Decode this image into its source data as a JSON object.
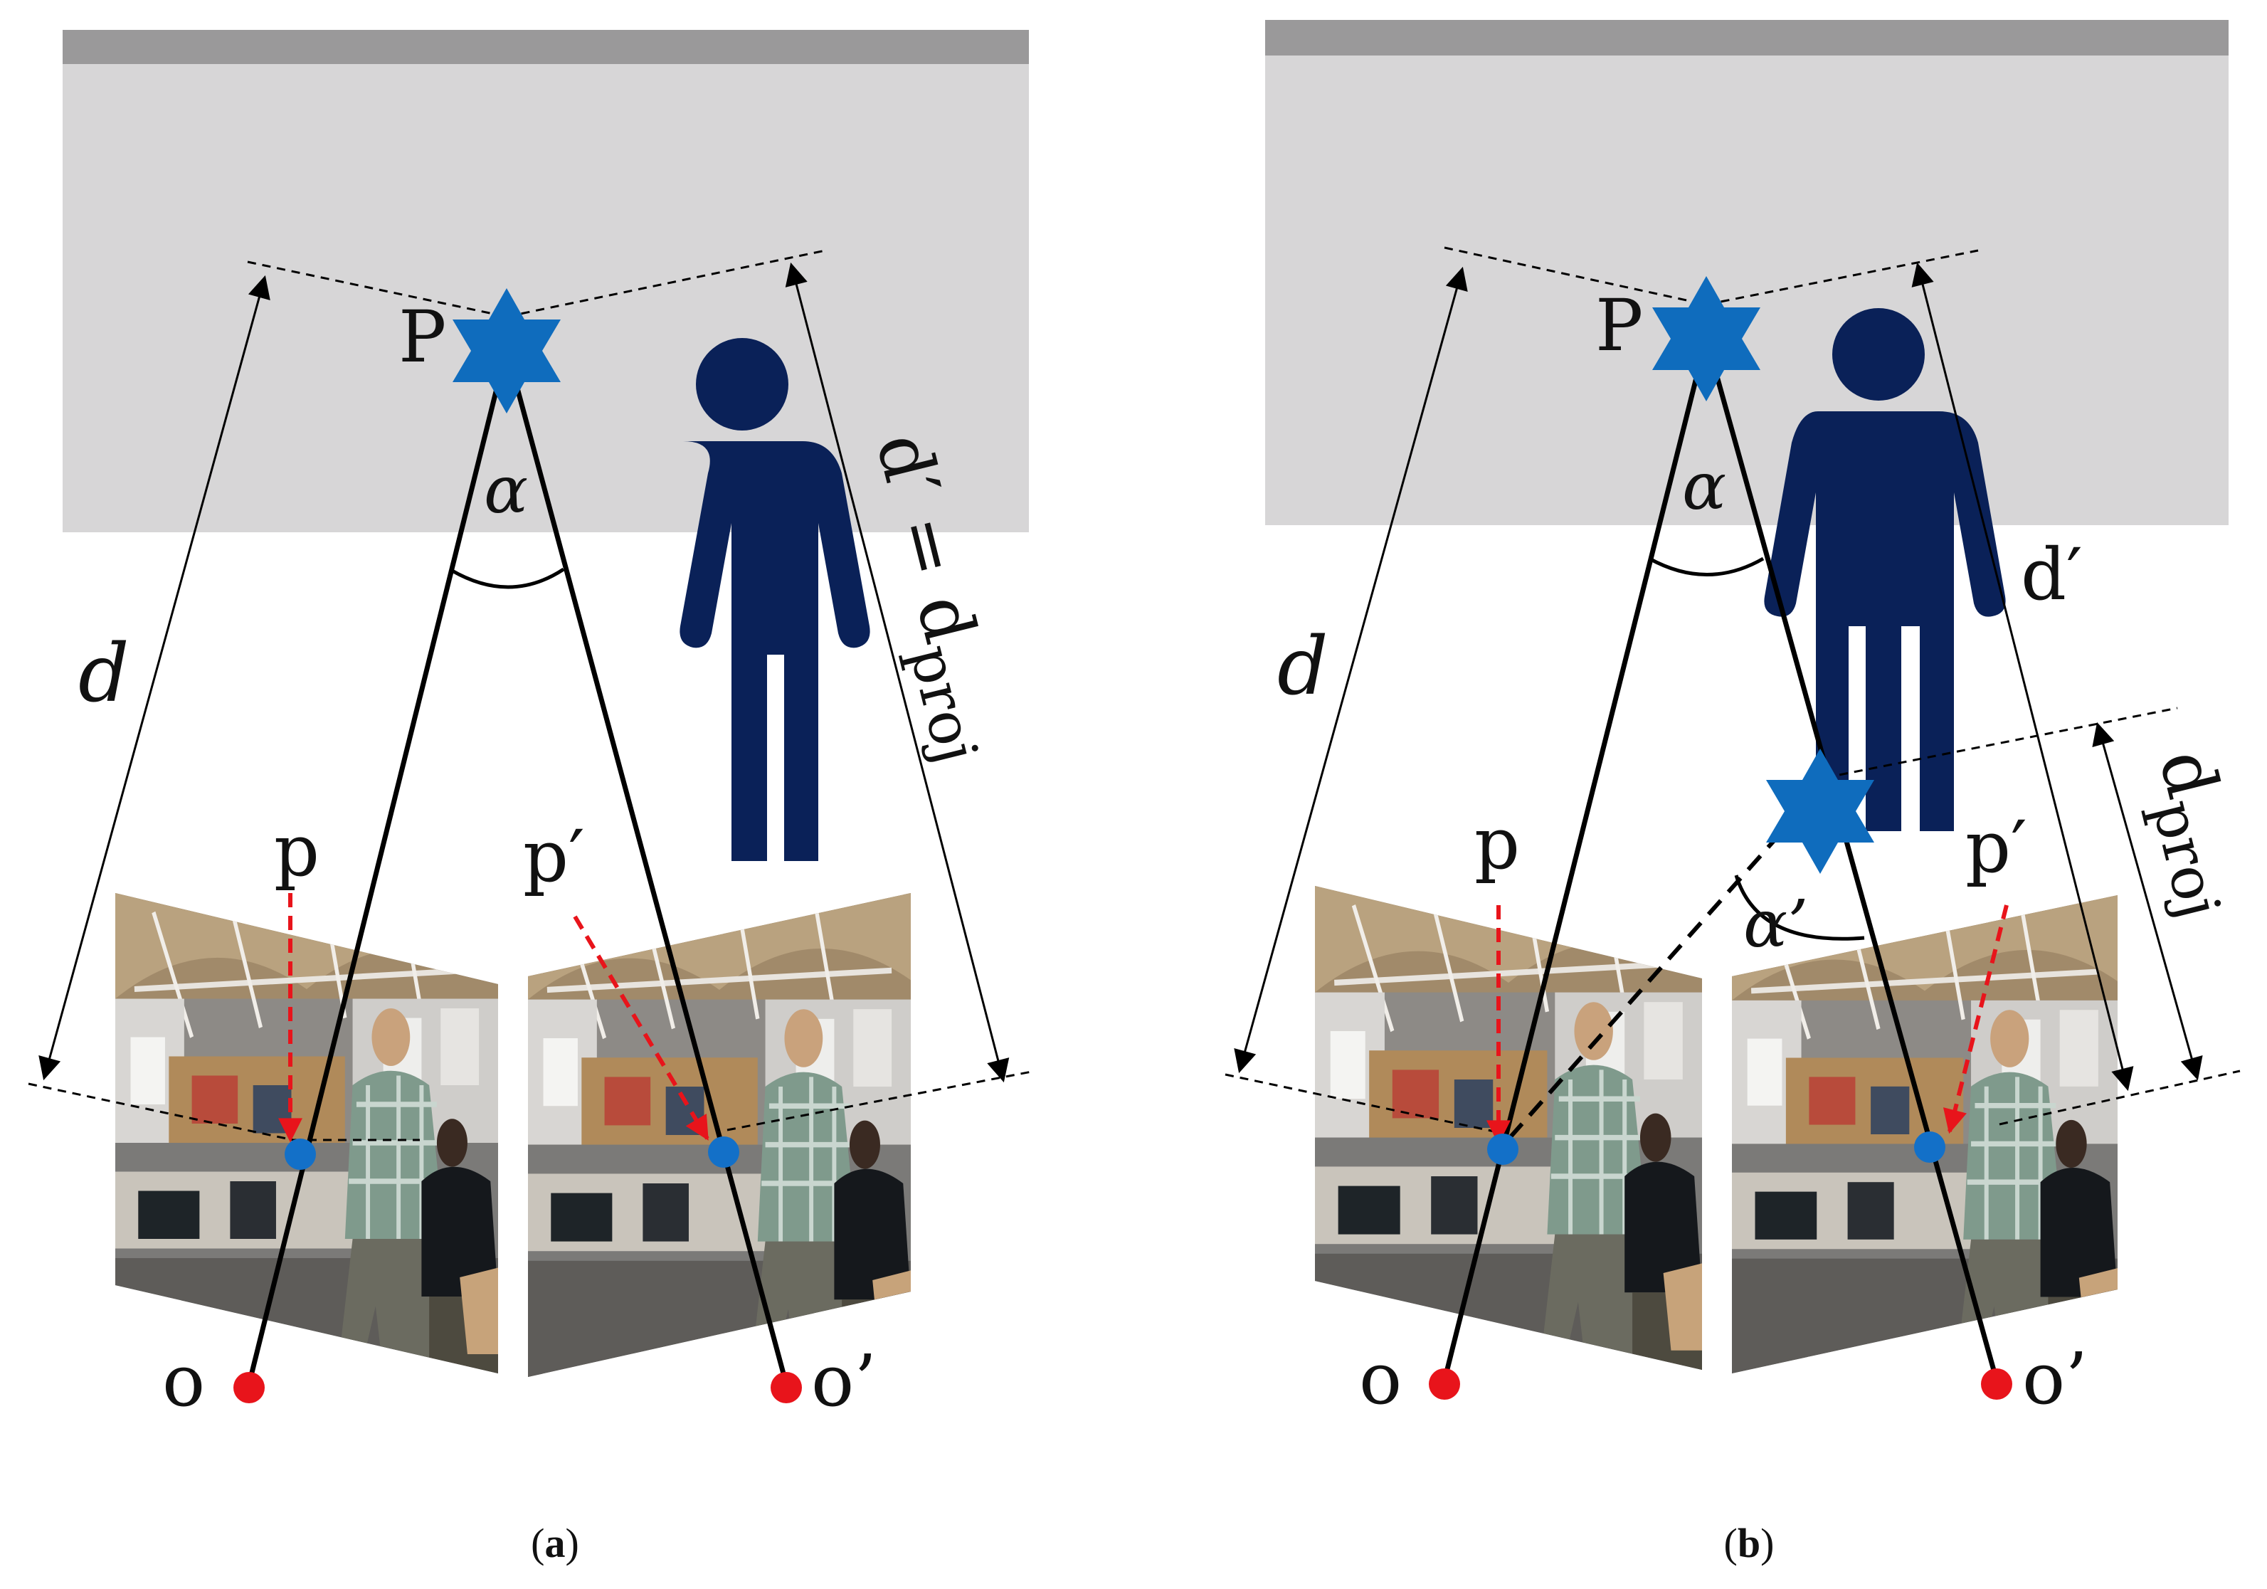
{
  "colors": {
    "wall_front": "#d7d6d7",
    "wall_top": "#9a999a",
    "star": "#0f6cbd",
    "person": "#0a2158",
    "ray": "#000000",
    "image_dot": "#1370c8",
    "camera_dot": "#e8141b",
    "red_arrow": "#e8141b"
  },
  "icons": {
    "point_marker": "six-pointed-star-icon",
    "person": "person-silhouette-icon",
    "camera_image": "camera-photo-thumbnail"
  },
  "panels": [
    {
      "id": "a",
      "caption": {
        "open": "(",
        "letter": "a",
        "close": ")"
      },
      "labels": {
        "point": "P",
        "angle": "α",
        "dist_left": "d",
        "dist_right_main": "d′ = d",
        "dist_right_sub": "proj",
        "img_pt_left": "p",
        "img_pt_right": "p′",
        "cam_left": "o",
        "cam_right": "o’"
      }
    },
    {
      "id": "b",
      "caption": {
        "open": "(",
        "letter": "b",
        "close": ")"
      },
      "labels": {
        "point": "P",
        "angle": "α",
        "angle2": "α’",
        "dist_left": "d",
        "dist_right_main": "d′",
        "dist_proj_main": "d",
        "dist_proj_sub": "proj",
        "img_pt_left": "p",
        "img_pt_right": "p′",
        "cam_left": "o",
        "cam_right": "o’"
      }
    }
  ]
}
